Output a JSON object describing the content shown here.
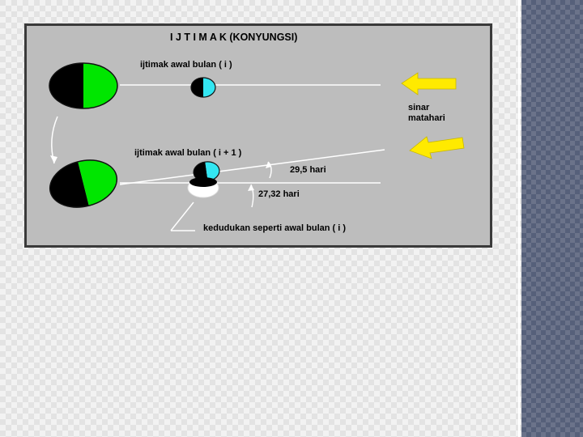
{
  "diagram": {
    "title": "I J T I M A K  (KONYUNGSI)",
    "labels": {
      "ijtimak_i": "ijtimak awal bulan ( i )",
      "ijtimak_i1": "ijtimak awal bulan ( i + 1 )",
      "sinar": "sinar",
      "matahari": "matahari",
      "synodic": "29,5 hari",
      "sidereal": "27,32 hari",
      "kedudukan": "kedudukan seperti awal bulan ( i )"
    },
    "colors": {
      "panel_bg": "#bdbdbd",
      "earth_lit": "#00e600",
      "earth_dark": "#000000",
      "moon_lit": "#33e6f2",
      "arrow_yellow": "#ffea00",
      "line": "#ffffff"
    }
  }
}
